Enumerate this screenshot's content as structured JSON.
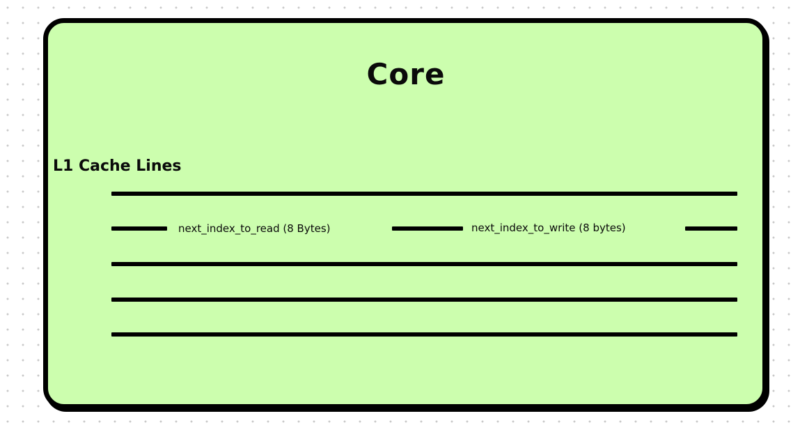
{
  "colors": {
    "core_fill": "#ccfeae",
    "stroke": "#000000",
    "grid_dot": "#c9c9c9"
  },
  "core": {
    "title": "Core",
    "section_label": "L1 Cache Lines",
    "fields": {
      "read": "next_index_to_read (8 Bytes)",
      "write": "next_index_to_write (8 bytes)"
    }
  }
}
